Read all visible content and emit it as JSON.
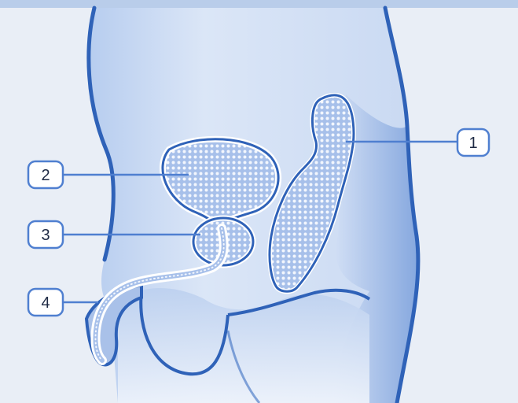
{
  "callouts": [
    {
      "id": "1",
      "label": "1"
    },
    {
      "id": "2",
      "label": "2"
    },
    {
      "id": "3",
      "label": "3"
    },
    {
      "id": "4",
      "label": "4"
    }
  ],
  "colors": {
    "page_background": "#e9eef6",
    "body_fill": "#c6d7f1",
    "body_outline": "#2f62b8",
    "organ_fill": "#9fb9e6",
    "organ_dots": "#f2f6fd",
    "callout_border": "#4f7fd0",
    "callout_text": "#1e2a44"
  }
}
